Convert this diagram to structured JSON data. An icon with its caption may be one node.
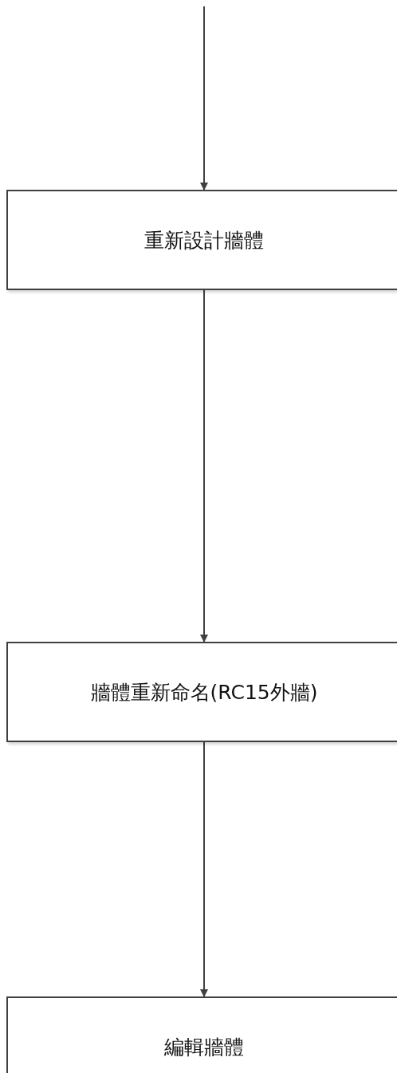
{
  "diagram": {
    "nodes": [
      {
        "text": [
          "重新設計牆體"
        ]
      },
      {
        "text": [
          "牆體重新命名(RC15外牆)"
        ]
      },
      {
        "text": [
          "編輯牆體"
        ]
      }
    ],
    "edges": [
      {
        "from": null,
        "to": 0,
        "arrow": "to"
      },
      {
        "from": 0,
        "to": 1,
        "arrow": "to"
      },
      {
        "from": 1,
        "to": 2,
        "arrow": "to"
      }
    ]
  }
}
